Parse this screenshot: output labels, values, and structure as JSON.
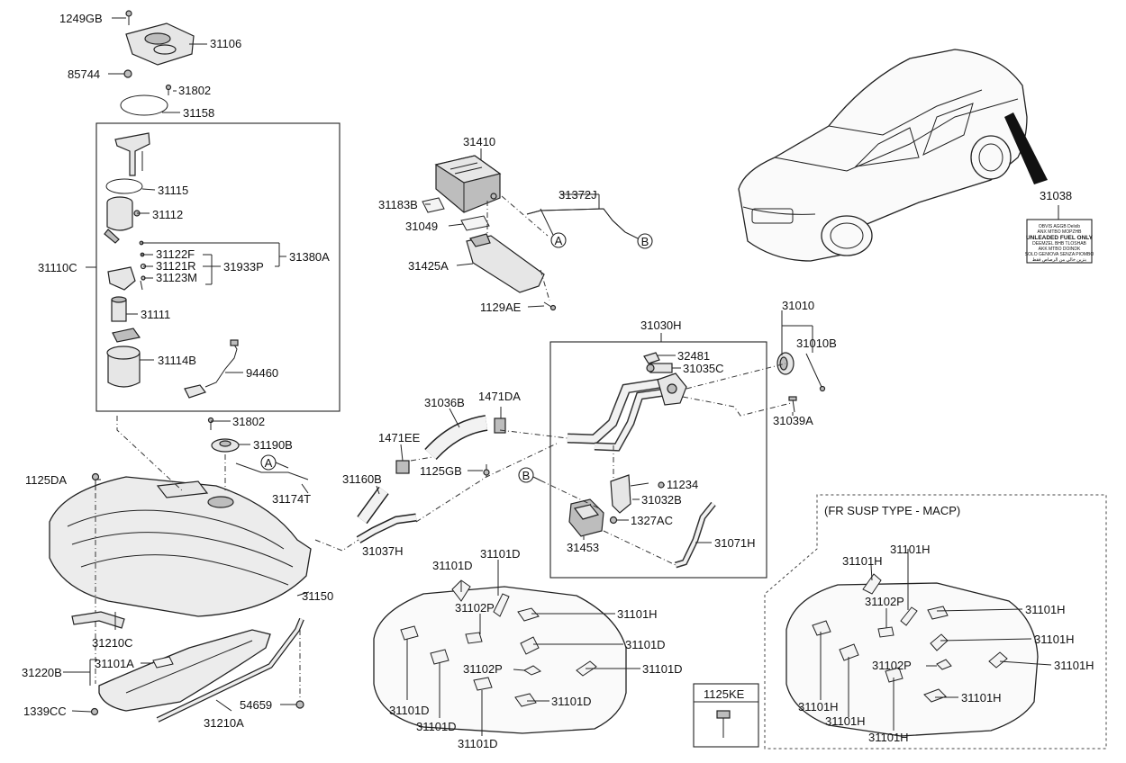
{
  "labels": {
    "p1249GB": "1249GB",
    "p31106": "31106",
    "p85744": "85744",
    "p31802a": "31802",
    "p31158": "31158",
    "p31115": "31115",
    "p31112": "31112",
    "p31122F": "31122F",
    "p31121R": "31121R",
    "p31123M": "31123M",
    "p31933P": "31933P",
    "p31380A": "31380A",
    "p31110C": "31110C",
    "p31111": "31111",
    "p31114B": "31114B",
    "p94460": "94460",
    "p31410": "31410",
    "p31183B": "31183B",
    "p31372J": "31372J",
    "p31049": "31049",
    "p31425A": "31425A",
    "p1129AE": "1129AE",
    "p31038": "31038",
    "p31030H": "31030H",
    "p31010": "31010",
    "p31010B": "31010B",
    "p32481": "32481",
    "p31035C": "31035C",
    "p31039A": "31039A",
    "p31036B": "31036B",
    "p1471DA": "1471DA",
    "p1471EE": "1471EE",
    "p31802b": "31802",
    "p31190B": "31190B",
    "p31174T": "31174T",
    "p1125DA": "1125DA",
    "p31160B": "31160B",
    "p1125GB": "1125GB",
    "p11234": "11234",
    "p31032B": "31032B",
    "p1327AC": "1327AC",
    "p31453": "31453",
    "p31071H": "31071H",
    "p31037H": "31037H",
    "p31150": "31150",
    "p31210C": "31210C",
    "p31220B": "31220B",
    "p31101A": "31101A",
    "p1339CC": "1339CC",
    "p54659": "54659",
    "p31210A": "31210A",
    "p31101D_1": "31101D",
    "p31101D_2": "31101D",
    "p31102P_1": "31102P",
    "p31101H_1": "31101H",
    "p31101D_3": "31101D",
    "p31102P_2": "31102P",
    "p31101D_4": "31101D",
    "p31101D_5": "31101D",
    "p31101D_6": "31101D",
    "p31101D_7": "31101D",
    "p31101D_8": "31101D",
    "p1125KE": "1125KE",
    "macp_title": "(FR SUSP TYPE - MACP)",
    "m31101H_1": "31101H",
    "m31101H_2": "31101H",
    "m31102P_1": "31102P",
    "m31101H_3": "31101H",
    "m31101H_4": "31101H",
    "m31102P_2": "31102P",
    "m31101H_5": "31101H",
    "m31101H_6": "31101H",
    "m31101H_7": "31101H",
    "m31101H_8": "31101H",
    "m31101H_9": "31101H",
    "refA1": "A",
    "refA2": "A",
    "refB1": "B",
    "refB2": "B"
  },
  "fuel_label_lines": [
    "OBVIS AGGB Delxib",
    "ANX MTBO MOPZHB",
    "UNLEADED FUEL ONLY",
    "DEEMZEL BHB TLOSHAB",
    "AKK MTBO DOINDK",
    "SOLO GENIOVA SENZA PIOMBO",
    "بنزين خالي من الرصاص فقط"
  ]
}
